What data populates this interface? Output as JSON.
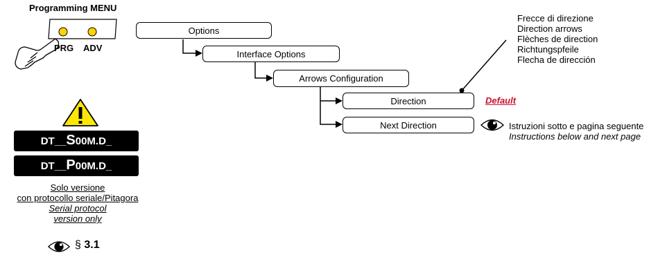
{
  "menu": {
    "title": "Programming MENU",
    "button_prg": "PRG",
    "button_adv": "ADV",
    "led_color": "#FFD200"
  },
  "tree": {
    "options": "Options",
    "interface_options": "Interface Options",
    "arrows_configuration": "Arrows Configuration",
    "direction": "Direction",
    "next_direction": "Next Direction"
  },
  "default_label": "Default",
  "default_color": "#C8102E",
  "languages": [
    "Frecce di direzione",
    "Direction arrows",
    "Flèches de direction",
    "Richtungspfeile",
    "Flecha de dirección"
  ],
  "instructions": {
    "it": "Istruzioni sotto e pagina seguente",
    "en": "Instructions below and next page"
  },
  "warning": {
    "icon": "warning-triangle-icon",
    "color": "#FFE800",
    "codes": [
      {
        "prefix": "DT__",
        "letter": "S",
        "suffix": "00M.D_"
      },
      {
        "prefix": "DT__",
        "letter": "P",
        "suffix": "00M.D_"
      }
    ],
    "note_it_1": "Solo versione",
    "note_it_2": "con protocollo seriale/Pitagora",
    "note_en_1": "Serial protocol",
    "note_en_2": "version only"
  },
  "reference": {
    "icon": "eye-icon",
    "section_symbol": "§",
    "section": "3.1"
  }
}
